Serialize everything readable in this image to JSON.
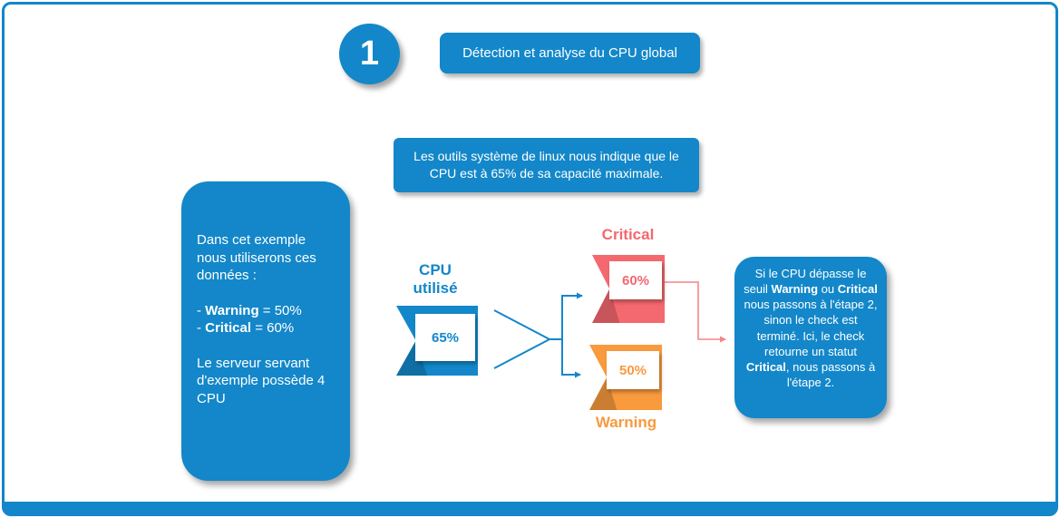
{
  "colors": {
    "blue": "#1387c9",
    "critical": "#f4686f",
    "warning": "#f89a3d",
    "connector_red": "#f4858a"
  },
  "step": {
    "number": "1",
    "title": "Détection et analyse du CPU global"
  },
  "info_box": {
    "text": "Les outils système de linux nous indique que le CPU est à 65% de sa capacité maximale."
  },
  "example_box": {
    "intro": "Dans cet exemple nous utiliserons ces données :",
    "items": [
      {
        "prefix": "- ",
        "bold": "Warning",
        "rest": " = 50%"
      },
      {
        "prefix": "- ",
        "bold": "Critical",
        "rest": " = 60%"
      }
    ],
    "outro": "Le serveur servant d'exemple possède 4 CPU"
  },
  "cpu": {
    "label": "CPU utilisé",
    "value": "65%"
  },
  "thresholds": {
    "critical": {
      "label": "Critical",
      "value": "60%"
    },
    "warning": {
      "label": "Warning",
      "value": "50%"
    }
  },
  "explanation_box": {
    "seg1": "Si le CPU dépasse le seuil ",
    "bold1": "Warning",
    "seg2": " ou ",
    "bold2": "Critical",
    "seg3": " nous passons à l'étape 2, sinon le check est terminé. Ici, le check retourne un statut ",
    "bold3": "Critical",
    "seg4": ", nous passons à l'étape 2."
  }
}
